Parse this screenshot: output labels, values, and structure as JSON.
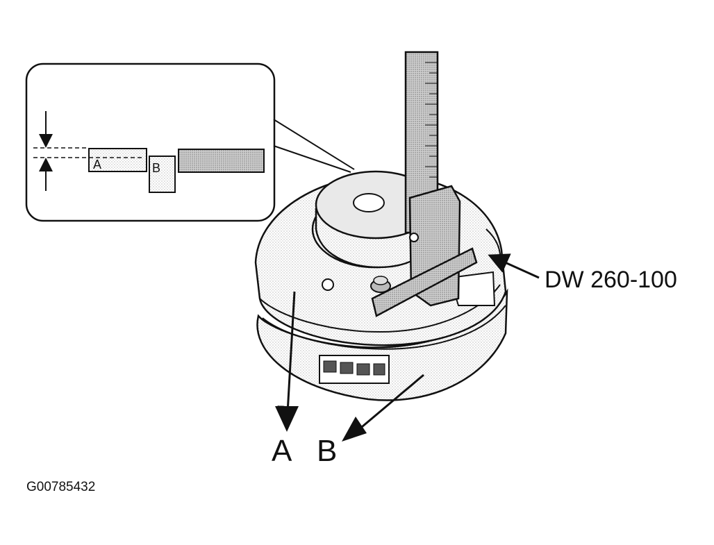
{
  "diagram": {
    "tool_label": "DW 260-100",
    "callout_a": "A",
    "callout_b": "B",
    "figure_id": "G00785432",
    "inset": {
      "label_a": "A",
      "label_b": "B"
    }
  },
  "colors": {
    "ink": "#111111",
    "shade_light": "#e6e6e6",
    "shade_mid": "#cfcfcf",
    "shade_dark": "#a9a9a9",
    "background": "#ffffff"
  }
}
